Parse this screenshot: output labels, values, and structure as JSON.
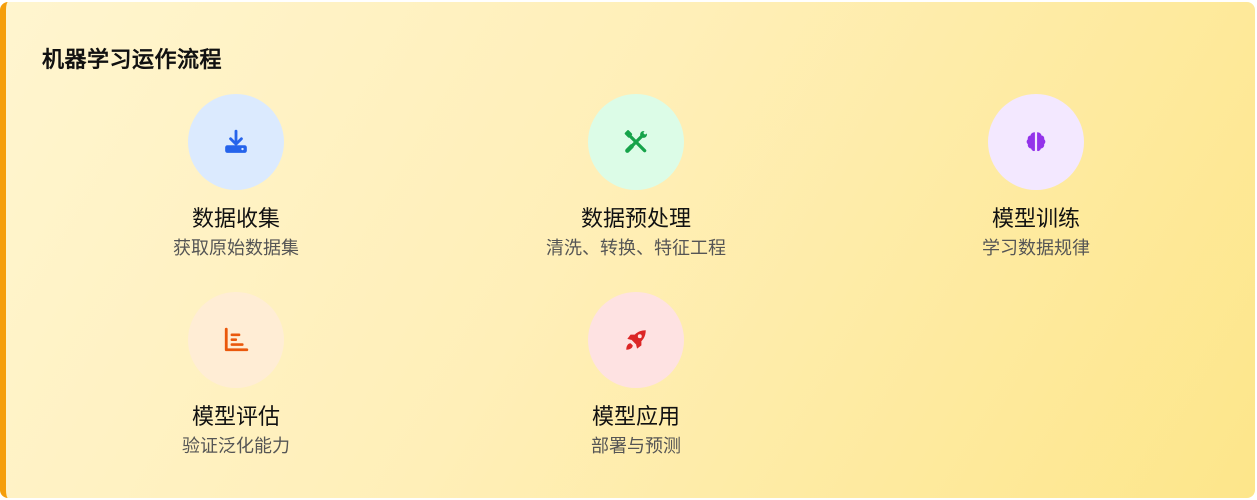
{
  "title": "机器学习运作流程",
  "steps": [
    {
      "name": "数据收集",
      "desc": "获取原始数据集",
      "icon": "download-icon",
      "bg": "#dbeafe",
      "color": "#2563eb"
    },
    {
      "name": "数据预处理",
      "desc": "清洗、转换、特征工程",
      "icon": "tools-icon",
      "bg": "#dcfce7",
      "color": "#16a34a"
    },
    {
      "name": "模型训练",
      "desc": "学习数据规律",
      "icon": "brain-icon",
      "bg": "#f3e8ff",
      "color": "#9333ea"
    },
    {
      "name": "模型评估",
      "desc": "验证泛化能力",
      "icon": "chart-icon",
      "bg": "#ffedd5",
      "color": "#ea580c"
    },
    {
      "name": "模型应用",
      "desc": "部署与预测",
      "icon": "rocket-icon",
      "bg": "#fee2e2",
      "color": "#dc2626"
    }
  ]
}
